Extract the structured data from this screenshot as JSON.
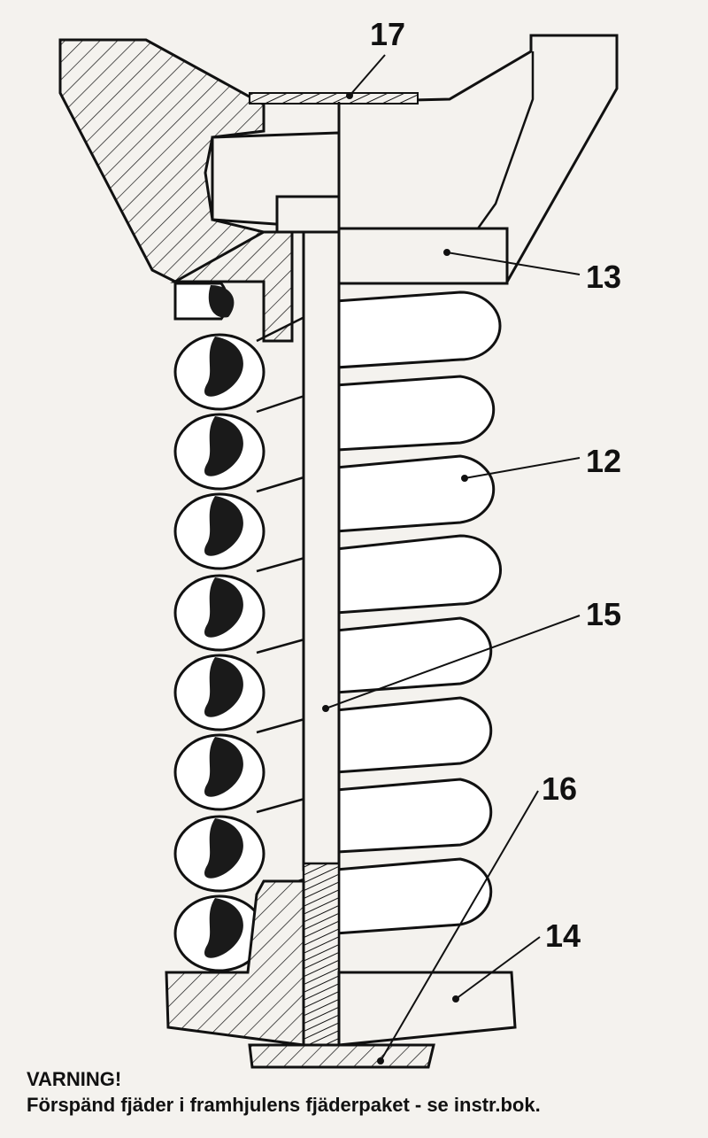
{
  "callouts": {
    "c17": "17",
    "c13": "13",
    "c12": "12",
    "c15": "15",
    "c16": "16",
    "c14": "14"
  },
  "warning": {
    "title": "VARNING!",
    "text": "Förspänd fjäder i framhjulens fjäderpaket - se instr.bok."
  },
  "colors": {
    "ink": "#111111",
    "paper": "#f4f2ee",
    "coil_fill": "#ffffff",
    "coil_section": "#1a1a1a"
  }
}
